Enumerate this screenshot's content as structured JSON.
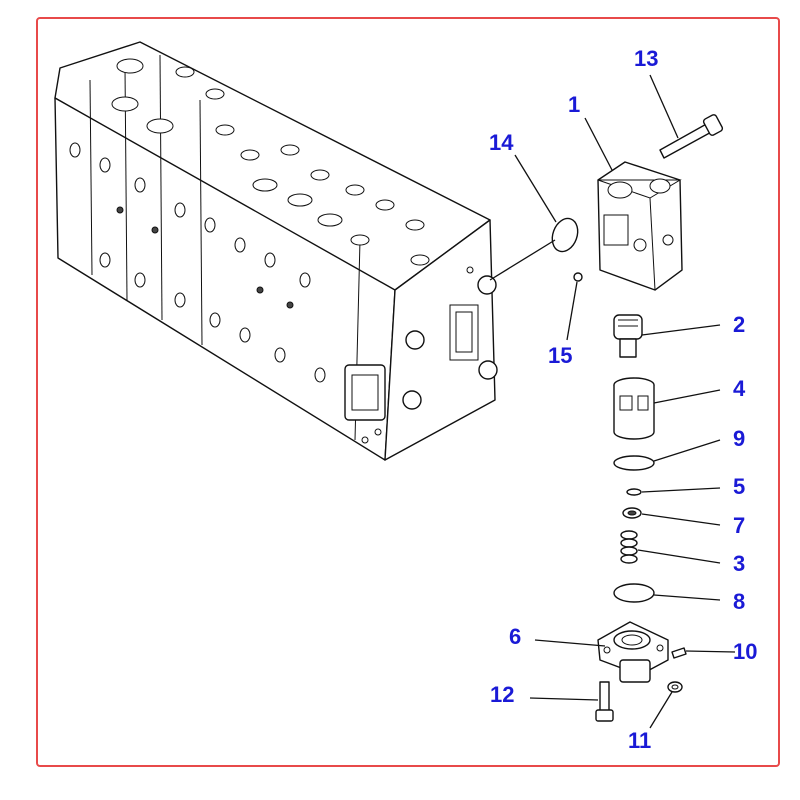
{
  "colors": {
    "frame": "#e84a4a",
    "callout": "#1a1ad6",
    "line": "#111111"
  },
  "callouts": [
    {
      "id": "p1",
      "label": "1"
    },
    {
      "id": "p2",
      "label": "2"
    },
    {
      "id": "p3",
      "label": "3"
    },
    {
      "id": "p4",
      "label": "4"
    },
    {
      "id": "p5",
      "label": "5"
    },
    {
      "id": "p6",
      "label": "6"
    },
    {
      "id": "p7",
      "label": "7"
    },
    {
      "id": "p8",
      "label": "8"
    },
    {
      "id": "p9",
      "label": "9"
    },
    {
      "id": "p10",
      "label": "10"
    },
    {
      "id": "p11",
      "label": "11"
    },
    {
      "id": "p12",
      "label": "12"
    },
    {
      "id": "p13",
      "label": "13"
    },
    {
      "id": "p14",
      "label": "14"
    },
    {
      "id": "p15",
      "label": "15"
    }
  ]
}
